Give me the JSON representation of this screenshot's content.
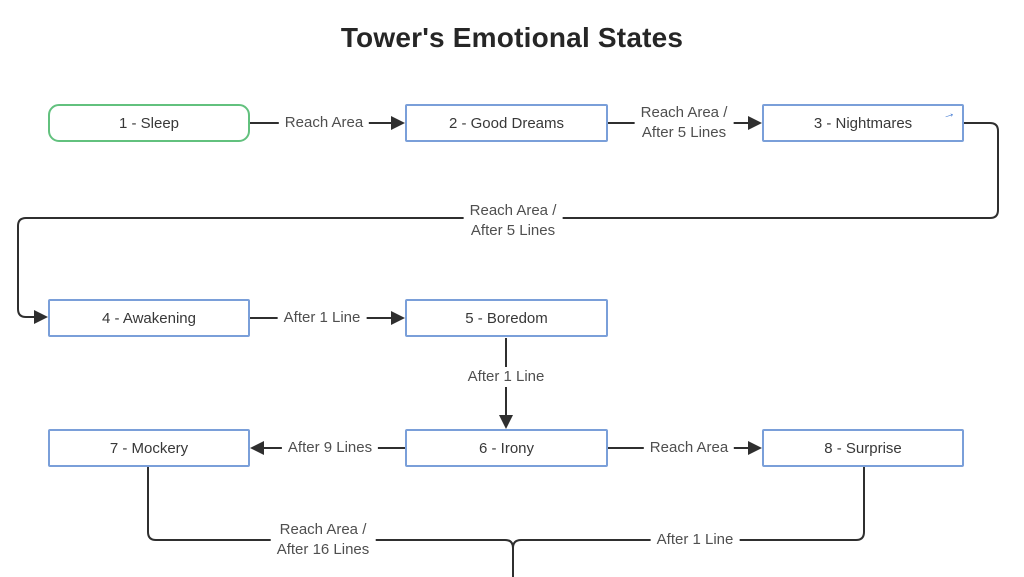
{
  "title": "Tower's Emotional States",
  "colors": {
    "node_border_blue": "#7a9fd9",
    "node_border_green": "#62c17e",
    "edge_line": "#2f2f2f",
    "edge_label_text": "#4f4f4f",
    "node_text": "#383838",
    "link_icon_blue": "#4a7fd4"
  },
  "nodes": [
    {
      "id": "sleep",
      "label": "1 - Sleep"
    },
    {
      "id": "good-dreams",
      "label": "2 - Good Dreams"
    },
    {
      "id": "nightmares",
      "label": "3 - Nightmares",
      "icon": "external-link-arrow",
      "icon_glyph": "→"
    },
    {
      "id": "awakening",
      "label": "4 - Awakening"
    },
    {
      "id": "boredom",
      "label": "5 - Boredom"
    },
    {
      "id": "irony",
      "label": "6 - Irony"
    },
    {
      "id": "mockery",
      "label": "7 - Mockery"
    },
    {
      "id": "surprise",
      "label": "8 - Surprise"
    }
  ],
  "edges": [
    {
      "from": "sleep",
      "to": "good-dreams",
      "label_lines": [
        "Reach Area",
        ""
      ]
    },
    {
      "from": "good-dreams",
      "to": "nightmares",
      "label_lines": [
        "Reach Area /",
        "After 5 Lines"
      ]
    },
    {
      "from": "nightmares",
      "to": "awakening",
      "label_lines": [
        "Reach Area /",
        "After 5 Lines"
      ]
    },
    {
      "from": "awakening",
      "to": "boredom",
      "label_lines": [
        "After 1 Line",
        ""
      ]
    },
    {
      "from": "boredom",
      "to": "irony",
      "label_lines": [
        "After 1 Line",
        ""
      ]
    },
    {
      "from": "irony",
      "to": "mockery",
      "label_lines": [
        "After 9 Lines",
        ""
      ]
    },
    {
      "from": "irony",
      "to": "surprise",
      "label_lines": [
        "Reach Area",
        ""
      ]
    },
    {
      "from": "mockery",
      "to": "offscreen-bottom",
      "label_lines": [
        "Reach Area /",
        "After 16 Lines"
      ]
    },
    {
      "from": "surprise",
      "to": "offscreen-bottom",
      "label_lines": [
        "After 1 Line",
        ""
      ]
    }
  ]
}
